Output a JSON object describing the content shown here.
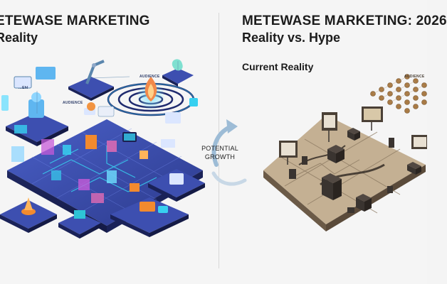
{
  "left_panel": {
    "title_line1": "ETEWASE MARKETING",
    "title_line2": "Reality",
    "labels": {
      "audience_top": "AUDIENCE",
      "audience_mid": "AUDIENCE",
      "ehl": "...Ehl"
    }
  },
  "right_panel": {
    "title_line1": "METEWASE MARKETING: 2026",
    "title_line2": "Reality vs. Hype",
    "subtitle": "Current Reality",
    "labels": {
      "audience": "AUDIENCE"
    }
  },
  "transition": {
    "label_line1": "POTENTIAL",
    "label_line2": "GROWTH"
  },
  "colors": {
    "background": "#f5f5f5",
    "title_text": "#1c1c1c",
    "platform_blue": "#3d4fb0",
    "platform_dark": "#232e6e",
    "neon_cyan": "#37d0f0",
    "neon_magenta": "#c65bd8",
    "accent_orange": "#f28a2e",
    "map_beige": "#c4b093",
    "map_dark": "#6b5a47",
    "arrow_blue": "#5b86ad"
  }
}
